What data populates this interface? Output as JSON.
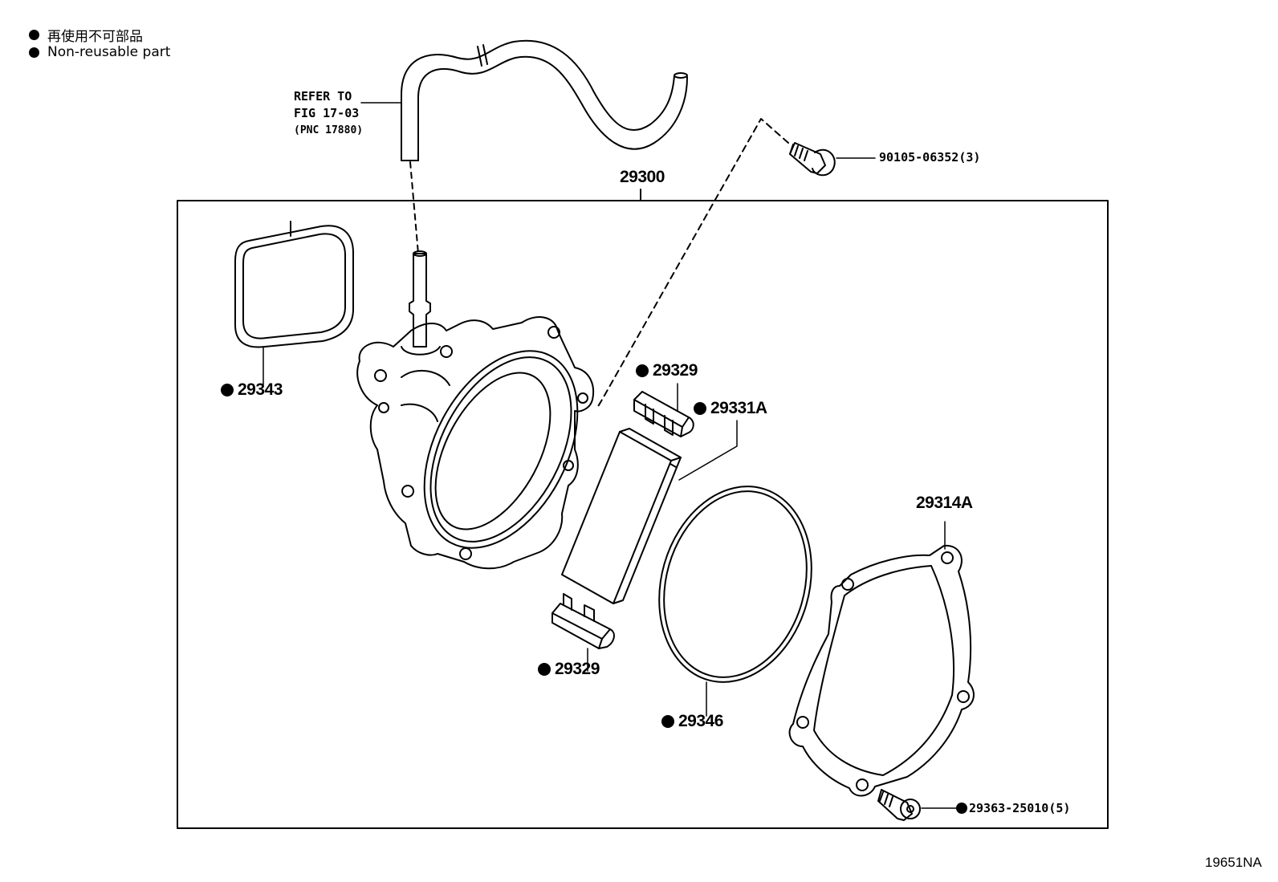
{
  "legend": {
    "japanese": "再使用不可部品",
    "english": "Non-reusable part"
  },
  "reference": {
    "line1": "REFER TO",
    "line2": "FIG 17-03",
    "line3": "(PNC 17880)"
  },
  "parts": {
    "assembly": "29300",
    "bolt_top": "90105-06352(3)",
    "gasket_left": "29343",
    "cap_upper": "29329",
    "vane": "29331A",
    "cap_lower": "29329",
    "oring": "29346",
    "cover": "29314A",
    "screw_bottom": "29363-25010(5)"
  },
  "diagram_id": "19651NA",
  "colors": {
    "ink": "#000000",
    "background": "#ffffff"
  }
}
